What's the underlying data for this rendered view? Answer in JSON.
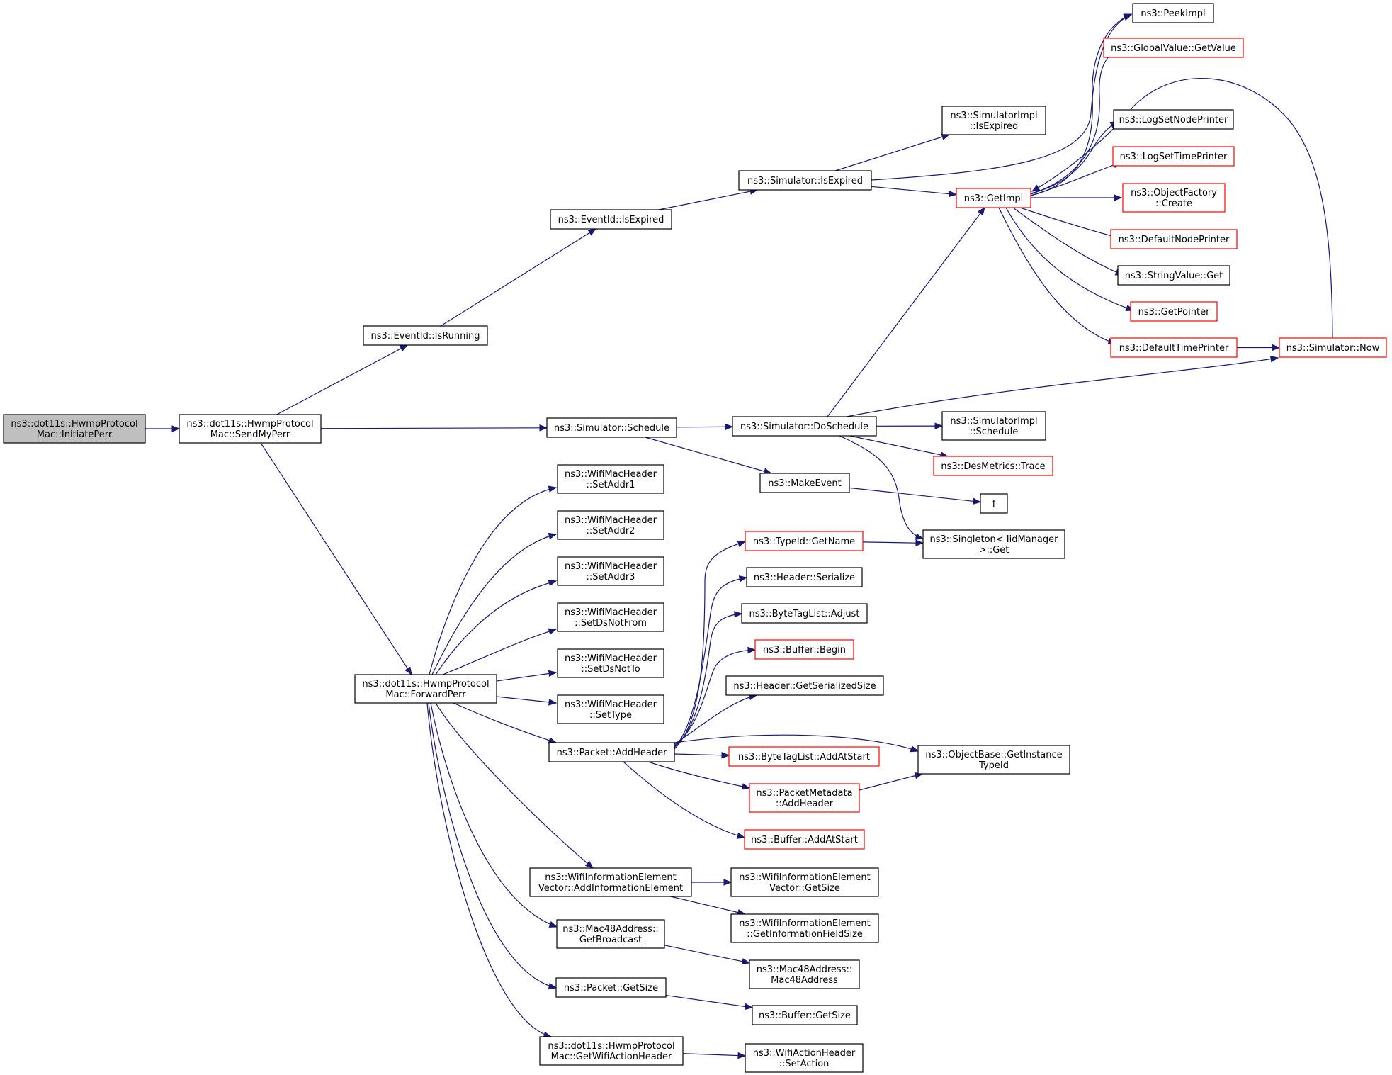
{
  "colors": {
    "edge": "#191970",
    "link": "#000000",
    "undocumented": "#ff0000",
    "root_fill": "#bfbfbf"
  },
  "nodes": [
    {
      "id": "initiate_perr",
      "lines": [
        "ns3::dot11s::HwmpProtocol",
        "Mac::InitiatePerr"
      ],
      "style": "root"
    },
    {
      "id": "send_my_perr",
      "lines": [
        "ns3::dot11s::HwmpProtocol",
        "Mac::SendMyPerr"
      ],
      "style": "normal"
    },
    {
      "id": "eventid_isrunning",
      "lines": [
        "ns3::EventId::IsRunning"
      ],
      "style": "normal"
    },
    {
      "id": "eventid_isexpired",
      "lines": [
        "ns3::EventId::IsExpired"
      ],
      "style": "normal"
    },
    {
      "id": "simulator_isexpired",
      "lines": [
        "ns3::Simulator::IsExpired"
      ],
      "style": "normal"
    },
    {
      "id": "simimpl_isexpired",
      "lines": [
        "ns3::SimulatorImpl",
        "::IsExpired"
      ],
      "style": "normal"
    },
    {
      "id": "peekimpl",
      "lines": [
        "ns3::PeekImpl"
      ],
      "style": "normal"
    },
    {
      "id": "globalvalue_getvalue",
      "lines": [
        "ns3::GlobalValue::GetValue"
      ],
      "style": "red"
    },
    {
      "id": "getimpl",
      "lines": [
        "ns3::GetImpl"
      ],
      "style": "red"
    },
    {
      "id": "logsetnodeprinter",
      "lines": [
        "ns3::LogSetNodePrinter"
      ],
      "style": "normal"
    },
    {
      "id": "logsettimeprinter",
      "lines": [
        "ns3::LogSetTimePrinter"
      ],
      "style": "red"
    },
    {
      "id": "objectfactory_create",
      "lines": [
        "ns3::ObjectFactory",
        "::Create"
      ],
      "style": "red"
    },
    {
      "id": "defaultnodeprinter",
      "lines": [
        "ns3::DefaultNodePrinter"
      ],
      "style": "red"
    },
    {
      "id": "stringvalue_get",
      "lines": [
        "ns3::StringValue::Get"
      ],
      "style": "normal"
    },
    {
      "id": "getpointer",
      "lines": [
        "ns3::GetPointer"
      ],
      "style": "red"
    },
    {
      "id": "defaulttimeprinter",
      "lines": [
        "ns3::DefaultTimePrinter"
      ],
      "style": "red"
    },
    {
      "id": "simulator_now",
      "lines": [
        "ns3::Simulator::Now"
      ],
      "style": "red"
    },
    {
      "id": "simulator_schedule",
      "lines": [
        "ns3::Simulator::Schedule"
      ],
      "style": "normal"
    },
    {
      "id": "simulator_doschedule",
      "lines": [
        "ns3::Simulator::DoSchedule"
      ],
      "style": "normal"
    },
    {
      "id": "simimpl_schedule",
      "lines": [
        "ns3::SimulatorImpl",
        "::Schedule"
      ],
      "style": "normal"
    },
    {
      "id": "desmetrics_trace",
      "lines": [
        "ns3::DesMetrics::Trace"
      ],
      "style": "red"
    },
    {
      "id": "makeevent",
      "lines": [
        "ns3::MakeEvent"
      ],
      "style": "normal"
    },
    {
      "id": "f",
      "lines": [
        "f"
      ],
      "style": "normal"
    },
    {
      "id": "singleton_get",
      "lines": [
        "ns3::Singleton< IidManager",
        "  >::Get"
      ],
      "style": "normal"
    },
    {
      "id": "typeid_getname",
      "lines": [
        "ns3::TypeId::GetName"
      ],
      "style": "red"
    },
    {
      "id": "header_serialize",
      "lines": [
        "ns3::Header::Serialize"
      ],
      "style": "normal"
    },
    {
      "id": "bytetaglist_adjust",
      "lines": [
        "ns3::ByteTagList::Adjust"
      ],
      "style": "normal"
    },
    {
      "id": "buffer_begin",
      "lines": [
        "ns3::Buffer::Begin"
      ],
      "style": "red"
    },
    {
      "id": "header_getserializedsize",
      "lines": [
        "ns3::Header::GetSerializedSize"
      ],
      "style": "normal"
    },
    {
      "id": "wmh_setaddr1",
      "lines": [
        "ns3::WifiMacHeader",
        "::SetAddr1"
      ],
      "style": "normal"
    },
    {
      "id": "wmh_setaddr2",
      "lines": [
        "ns3::WifiMacHeader",
        "::SetAddr2"
      ],
      "style": "normal"
    },
    {
      "id": "wmh_setaddr3",
      "lines": [
        "ns3::WifiMacHeader",
        "::SetAddr3"
      ],
      "style": "normal"
    },
    {
      "id": "wmh_setdsnotfrom",
      "lines": [
        "ns3::WifiMacHeader",
        "::SetDsNotFrom"
      ],
      "style": "normal"
    },
    {
      "id": "wmh_setdsnotto",
      "lines": [
        "ns3::WifiMacHeader",
        "::SetDsNotTo"
      ],
      "style": "normal"
    },
    {
      "id": "wmh_settype",
      "lines": [
        "ns3::WifiMacHeader",
        "::SetType"
      ],
      "style": "normal"
    },
    {
      "id": "forward_perr",
      "lines": [
        "ns3::dot11s::HwmpProtocol",
        "Mac::ForwardPerr"
      ],
      "style": "normal"
    },
    {
      "id": "packet_addheader",
      "lines": [
        "ns3::Packet::AddHeader"
      ],
      "style": "normal"
    },
    {
      "id": "bytetaglist_addatstart",
      "lines": [
        "ns3::ByteTagList::AddAtStart"
      ],
      "style": "red"
    },
    {
      "id": "objectbase_getinstancetypeid",
      "lines": [
        "ns3::ObjectBase::GetInstance",
        "TypeId"
      ],
      "style": "normal"
    },
    {
      "id": "packetmetadata_addheader",
      "lines": [
        "ns3::PacketMetadata",
        "::AddHeader"
      ],
      "style": "red"
    },
    {
      "id": "buffer_addatstart",
      "lines": [
        "ns3::Buffer::AddAtStart"
      ],
      "style": "red"
    },
    {
      "id": "wiev_addinformationelement",
      "lines": [
        "ns3::WifiInformationElement",
        "Vector::AddInformationElement"
      ],
      "style": "normal"
    },
    {
      "id": "wiev_getsize",
      "lines": [
        "ns3::WifiInformationElement",
        "Vector::GetSize"
      ],
      "style": "normal"
    },
    {
      "id": "wie_getinformationfieldsize",
      "lines": [
        "ns3::WifiInformationElement",
        "::GetInformationFieldSize"
      ],
      "style": "normal"
    },
    {
      "id": "mac48_getbroadcast",
      "lines": [
        "ns3::Mac48Address::",
        "GetBroadcast"
      ],
      "style": "normal"
    },
    {
      "id": "mac48_mac48address",
      "lines": [
        "ns3::Mac48Address::",
        "Mac48Address"
      ],
      "style": "normal"
    },
    {
      "id": "packet_getsize",
      "lines": [
        "ns3::Packet::GetSize"
      ],
      "style": "normal"
    },
    {
      "id": "buffer_getsize",
      "lines": [
        "ns3::Buffer::GetSize"
      ],
      "style": "normal"
    },
    {
      "id": "get_wifi_action_header",
      "lines": [
        "ns3::dot11s::HwmpProtocol",
        "Mac::GetWifiActionHeader"
      ],
      "style": "normal"
    },
    {
      "id": "wah_setaction",
      "lines": [
        "ns3::WifiActionHeader",
        "::SetAction"
      ],
      "style": "normal"
    }
  ],
  "edges": [
    [
      "initiate_perr",
      "send_my_perr"
    ],
    [
      "send_my_perr",
      "eventid_isrunning"
    ],
    [
      "send_my_perr",
      "simulator_schedule"
    ],
    [
      "send_my_perr",
      "forward_perr"
    ],
    [
      "eventid_isrunning",
      "eventid_isexpired"
    ],
    [
      "eventid_isexpired",
      "simulator_isexpired"
    ],
    [
      "simulator_isexpired",
      "simimpl_isexpired"
    ],
    [
      "simulator_isexpired",
      "peekimpl"
    ],
    [
      "simulator_isexpired",
      "getimpl"
    ],
    [
      "getimpl",
      "peekimpl"
    ],
    [
      "getimpl",
      "globalvalue_getvalue"
    ],
    [
      "getimpl",
      "logsetnodeprinter"
    ],
    [
      "getimpl",
      "logsettimeprinter"
    ],
    [
      "getimpl",
      "objectfactory_create"
    ],
    [
      "getimpl",
      "defaultnodeprinter"
    ],
    [
      "getimpl",
      "stringvalue_get"
    ],
    [
      "getimpl",
      "getpointer"
    ],
    [
      "getimpl",
      "defaulttimeprinter"
    ],
    [
      "defaulttimeprinter",
      "simulator_now"
    ],
    [
      "simulator_now",
      "getimpl"
    ],
    [
      "simulator_schedule",
      "simulator_doschedule"
    ],
    [
      "simulator_schedule",
      "makeevent"
    ],
    [
      "simulator_doschedule",
      "getimpl"
    ],
    [
      "simulator_doschedule",
      "simulator_now"
    ],
    [
      "simulator_doschedule",
      "simimpl_schedule"
    ],
    [
      "simulator_doschedule",
      "desmetrics_trace"
    ],
    [
      "simulator_doschedule",
      "singleton_get"
    ],
    [
      "makeevent",
      "f"
    ],
    [
      "typeid_getname",
      "singleton_get"
    ],
    [
      "forward_perr",
      "wmh_setaddr1"
    ],
    [
      "forward_perr",
      "wmh_setaddr2"
    ],
    [
      "forward_perr",
      "wmh_setaddr3"
    ],
    [
      "forward_perr",
      "wmh_setdsnotfrom"
    ],
    [
      "forward_perr",
      "wmh_setdsnotto"
    ],
    [
      "forward_perr",
      "wmh_settype"
    ],
    [
      "forward_perr",
      "packet_addheader"
    ],
    [
      "forward_perr",
      "wiev_addinformationelement"
    ],
    [
      "forward_perr",
      "mac48_getbroadcast"
    ],
    [
      "forward_perr",
      "packet_getsize"
    ],
    [
      "forward_perr",
      "get_wifi_action_header"
    ],
    [
      "packet_addheader",
      "typeid_getname"
    ],
    [
      "packet_addheader",
      "header_serialize"
    ],
    [
      "packet_addheader",
      "bytetaglist_adjust"
    ],
    [
      "packet_addheader",
      "buffer_begin"
    ],
    [
      "packet_addheader",
      "header_getserializedsize"
    ],
    [
      "packet_addheader",
      "objectbase_getinstancetypeid"
    ],
    [
      "packet_addheader",
      "bytetaglist_addatstart"
    ],
    [
      "packet_addheader",
      "packetmetadata_addheader"
    ],
    [
      "packet_addheader",
      "buffer_addatstart"
    ],
    [
      "packetmetadata_addheader",
      "objectbase_getinstancetypeid"
    ],
    [
      "wiev_addinformationelement",
      "wiev_getsize"
    ],
    [
      "wiev_addinformationelement",
      "wie_getinformationfieldsize"
    ],
    [
      "mac48_getbroadcast",
      "mac48_mac48address"
    ],
    [
      "packet_getsize",
      "buffer_getsize"
    ],
    [
      "get_wifi_action_header",
      "wah_setaction"
    ]
  ]
}
